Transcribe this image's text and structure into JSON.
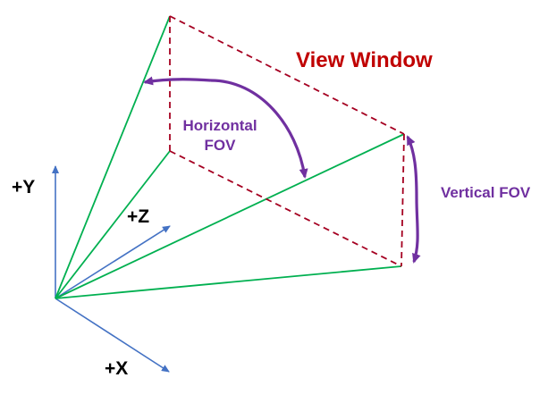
{
  "diagram": {
    "title": "View Window",
    "horizontal_fov_line1": "Horizontal",
    "horizontal_fov_line2": "FOV",
    "vertical_fov": "Vertical FOV",
    "axes": {
      "y": "+Y",
      "z": "+Z",
      "x": "+X"
    }
  },
  "colors": {
    "title": "#c00000",
    "fov_label": "#7030a0",
    "fov_arc": "#7030a0",
    "frustum_edges": "#00b050",
    "window_edges": "#a50021",
    "axes": "#4472c4",
    "axis_labels": "#000000"
  }
}
